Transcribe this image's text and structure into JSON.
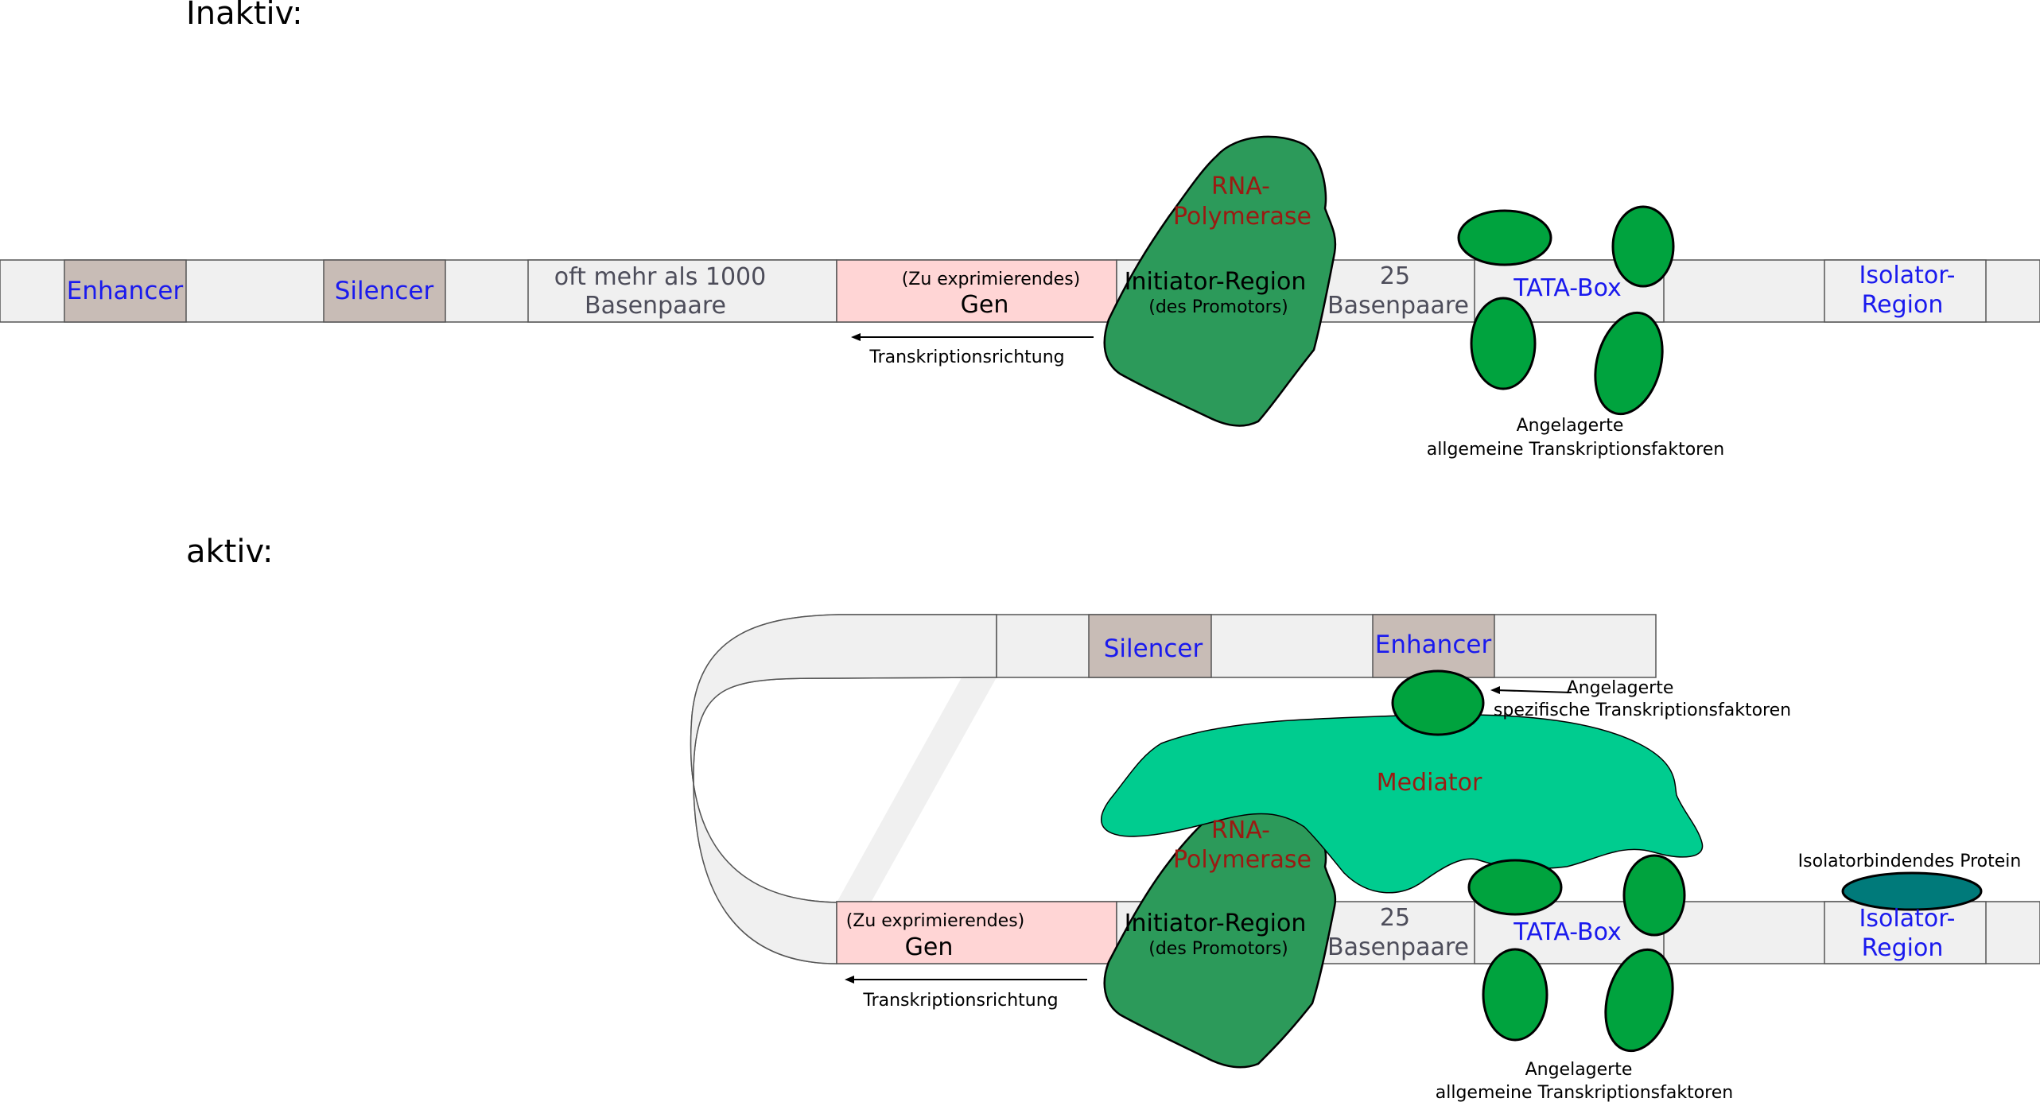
{
  "headings": {
    "inactive": "Inaktiv:",
    "active": "aktiv:"
  },
  "inactive": {
    "enhancer": "Enhancer",
    "silencer": "Silencer",
    "spacer_line1": "oft mehr als 1000",
    "spacer_line2": "Basenpaare",
    "gene_line1": "(Zu exprimierendes)",
    "gene_line2": "Gen",
    "initiator_line1": "Initiator-Region",
    "initiator_line2": "(des Promotors)",
    "bp_line1": "25",
    "bp_line2": "Basenpaare",
    "tata": "TATA-Box",
    "isolator_line1": "Isolator-",
    "isolator_line2": "Region",
    "polymerase_line1": "RNA-",
    "polymerase_line2": "Polymerase",
    "transcription_direction": "Transkriptionsrichtung",
    "gtf_line1": "Angelagerte",
    "gtf_line2": "allgemeine Transkriptionsfaktoren"
  },
  "active": {
    "silencer": "Silencer",
    "enhancer": "Enhancer",
    "specific_tf_line1": "Angelagerte",
    "specific_tf_line2": "spezifische Transkriptionsfaktoren",
    "mediator": "Mediator",
    "polymerase_line1": "RNA-",
    "polymerase_line2": "Polymerase",
    "gene_line1": "(Zu exprimierendes)",
    "gene_line2": "Gen",
    "initiator_line1": "Initiator-Region",
    "initiator_line2": "(des Promotors)",
    "bp_line1": "25",
    "bp_line2": "Basenpaare",
    "tata": "TATA-Box",
    "isolator_line1": "Isolator-",
    "isolator_line2": "Region",
    "isolator_protein": "Isolatorbindendes Protein",
    "transcription_direction": "Transkriptionsrichtung",
    "gtf_line1": "Angelagerte",
    "gtf_line2": "allgemeine Transkriptionsfaktoren"
  },
  "colors": {
    "dna_strand": "#f0f0f0",
    "regulatory_box": "#c8bcb6",
    "gene_box": "#ffd5d5",
    "polymerase": "#2c9a5a",
    "transcription_factor": "#00a33e",
    "mediator": "#00cc8f",
    "isolator_protein": "#007a7a",
    "blue_label": "#1a1aee",
    "red_label": "#9b1a12",
    "grey_label": "#4d4d5a"
  }
}
